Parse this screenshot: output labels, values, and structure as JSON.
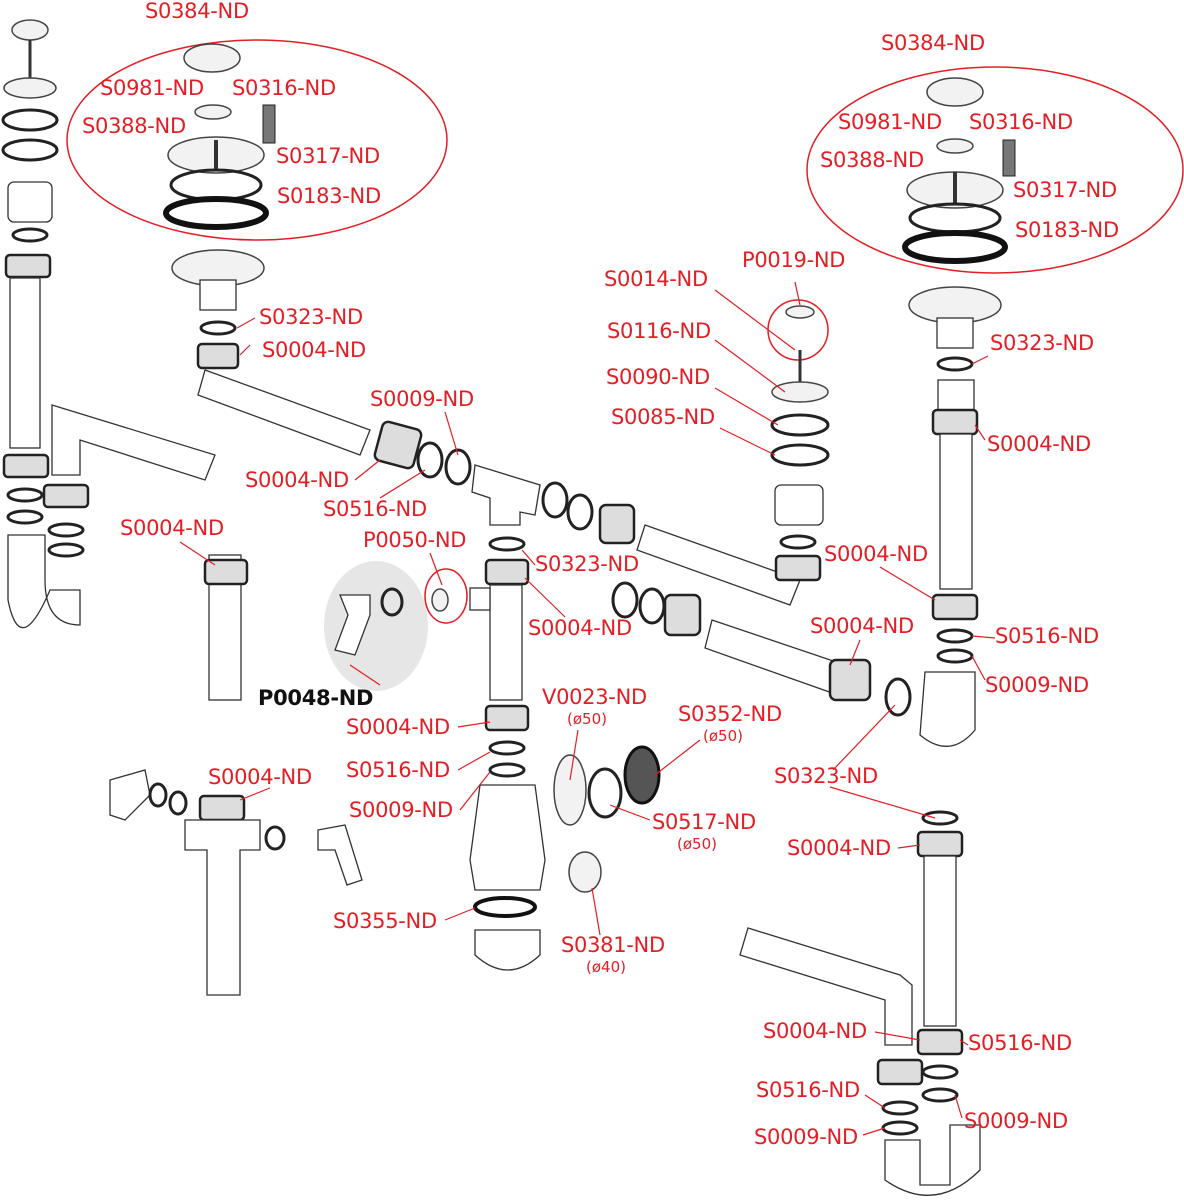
{
  "diagram": {
    "labels": [
      {
        "code": "S0384-ND"
      },
      {
        "code": "S0981-ND"
      },
      {
        "code": "S0316-ND"
      },
      {
        "code": "S0388-ND"
      },
      {
        "code": "S0317-ND"
      },
      {
        "code": "S0183-ND"
      },
      {
        "code": "S0323-ND"
      },
      {
        "code": "S0004-ND"
      },
      {
        "code": "S0009-ND"
      },
      {
        "code": "S0004-ND"
      },
      {
        "code": "S0516-ND"
      },
      {
        "code": "S0004-ND"
      },
      {
        "code": "P0050-ND"
      },
      {
        "code": "S0323-ND"
      },
      {
        "code": "S0004-ND"
      },
      {
        "code": "P0048-ND"
      },
      {
        "code": "S0004-ND"
      },
      {
        "code": "S0516-ND"
      },
      {
        "code": "S0009-ND"
      },
      {
        "code": "V0023-ND",
        "note": "(ø50)"
      },
      {
        "code": "S0352-ND",
        "note": "(ø50)"
      },
      {
        "code": "S0517-ND",
        "note": "(ø50)"
      },
      {
        "code": "S0004-ND"
      },
      {
        "code": "S0355-ND"
      },
      {
        "code": "S0381-ND",
        "note": "(ø40)"
      },
      {
        "code": "S0384-ND"
      },
      {
        "code": "S0981-ND"
      },
      {
        "code": "S0316-ND"
      },
      {
        "code": "S0388-ND"
      },
      {
        "code": "S0317-ND"
      },
      {
        "code": "S0183-ND"
      },
      {
        "code": "P0019-ND"
      },
      {
        "code": "S0014-ND"
      },
      {
        "code": "S0116-ND"
      },
      {
        "code": "S0090-ND"
      },
      {
        "code": "S0085-ND"
      },
      {
        "code": "S0323-ND"
      },
      {
        "code": "S0004-ND"
      },
      {
        "code": "S0004-ND"
      },
      {
        "code": "S0004-ND"
      },
      {
        "code": "S0516-ND"
      },
      {
        "code": "S0009-ND"
      },
      {
        "code": "S0323-ND"
      },
      {
        "code": "S0004-ND"
      },
      {
        "code": "S0004-ND"
      },
      {
        "code": "S0516-ND"
      },
      {
        "code": "S0516-ND"
      },
      {
        "code": "S0009-ND"
      },
      {
        "code": "S0009-ND"
      }
    ],
    "colors": {
      "label": "#e31e24",
      "highlight_label": "#111111",
      "option_group": "#e6e6e6"
    }
  }
}
